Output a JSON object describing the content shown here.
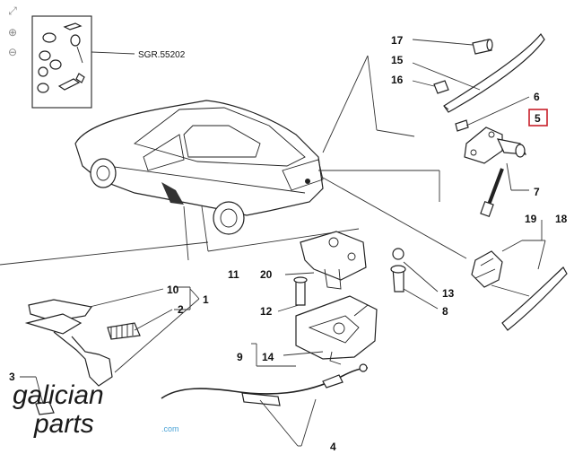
{
  "toolbar": {
    "fit_icon": "fit-screen-icon",
    "zoom_in_icon": "zoom-in-icon",
    "zoom_out_icon": "zoom-out-icon"
  },
  "reference": {
    "code": "SGR.55202"
  },
  "labels": {
    "l1": "1",
    "l2": "2",
    "l3": "3",
    "l4": "4",
    "l5": "5",
    "l6": "6",
    "l7": "7",
    "l8": "8",
    "l9": "9",
    "l10": "10",
    "l11": "11",
    "l12": "12",
    "l13": "13",
    "l14": "14",
    "l15": "15",
    "l16": "16",
    "l17": "17",
    "l18": "18",
    "l19": "19",
    "l20": "20"
  },
  "highlight_color": "#c8202a",
  "watermark": {
    "line1": "galician",
    "line2": "parts",
    "suffix": ".com"
  }
}
